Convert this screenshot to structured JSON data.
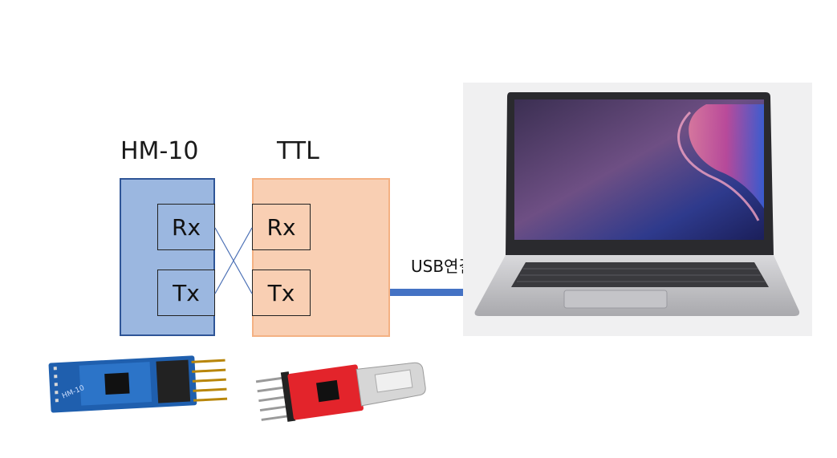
{
  "diagram": {
    "hm10": {
      "title": "HM-10",
      "rx": "Rx",
      "tx": "Tx"
    },
    "ttl": {
      "title": "TTL",
      "rx": "Rx",
      "tx": "Tx"
    },
    "connection_label": "USB연결",
    "colors": {
      "hm_fill": "#9bb7e0",
      "hm_border": "#2f5597",
      "ttl_fill": "#f9cfb3",
      "ttl_border": "#f4b183",
      "usb_cable": "#4472c4",
      "cross_lines": "#4a6fb5"
    },
    "images": [
      "hm10-module-photo",
      "usb-ttl-adapter-photo",
      "laptop-photo"
    ]
  }
}
